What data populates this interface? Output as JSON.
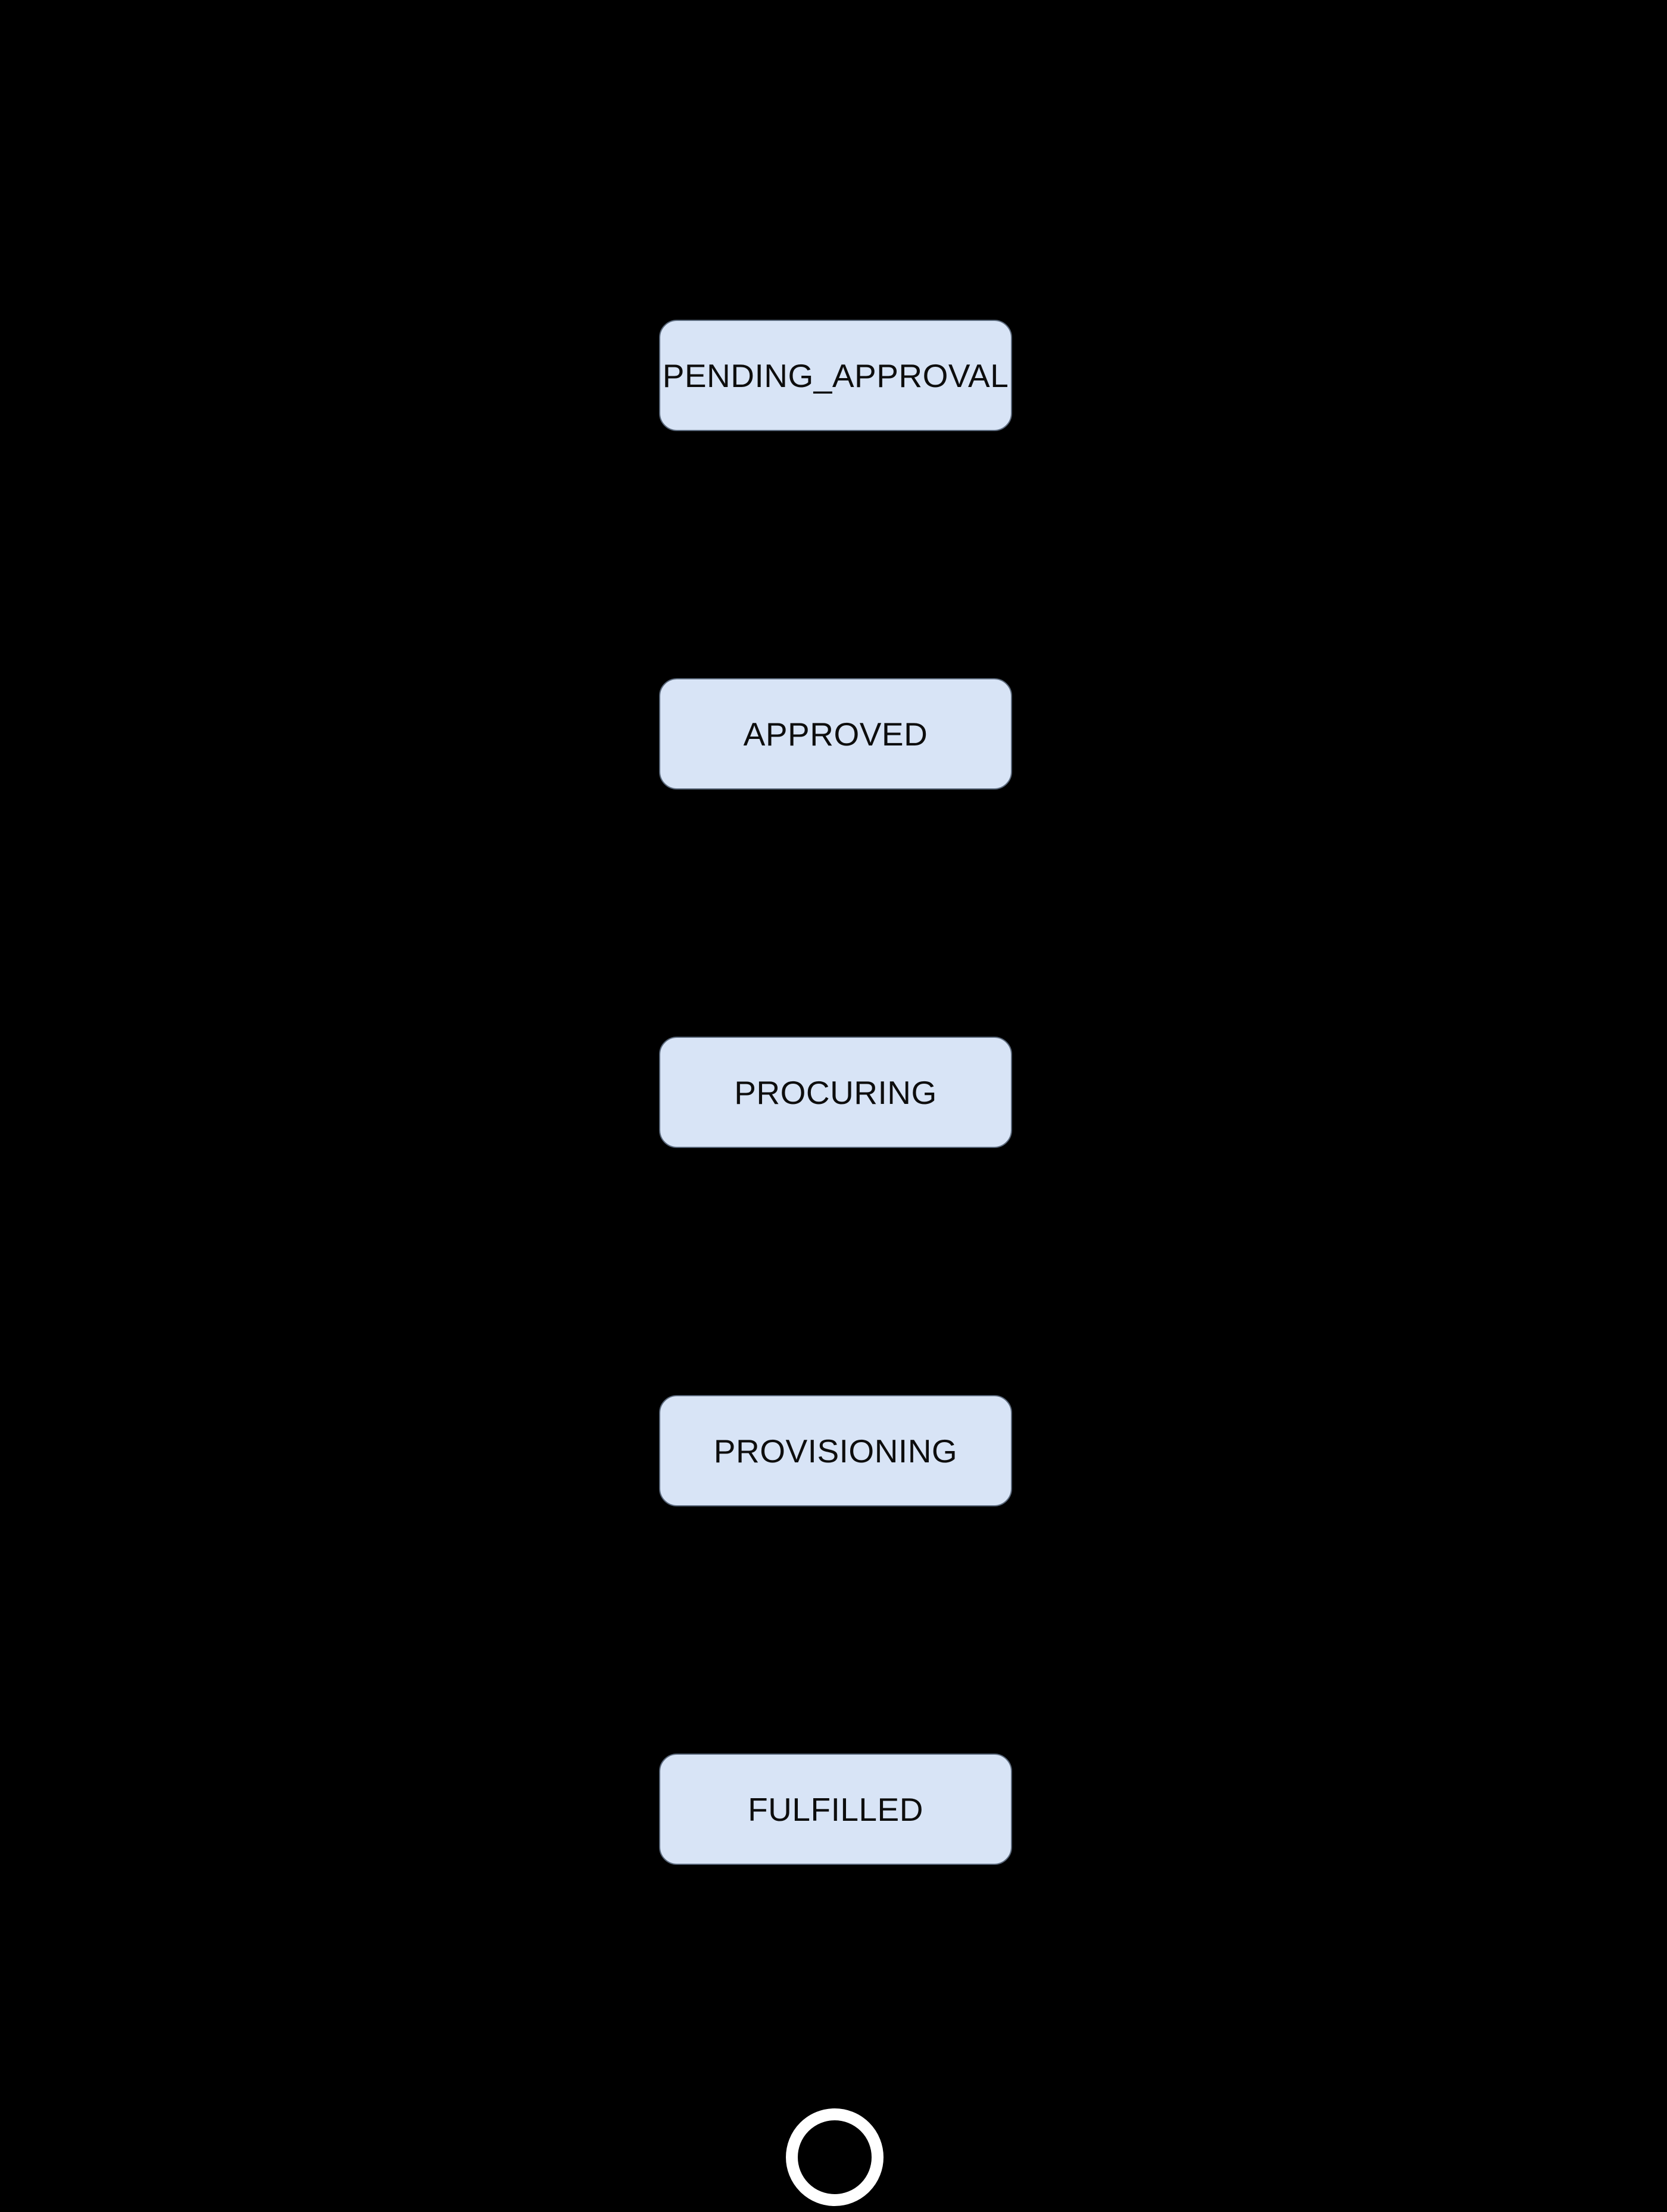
{
  "diagram": {
    "type": "state-machine-flow",
    "direction": "top-down",
    "states": [
      {
        "label": "PENDING_APPROVAL"
      },
      {
        "label": "APPROVED"
      },
      {
        "label": "PROCURING"
      },
      {
        "label": "PROVISIONING"
      },
      {
        "label": "FULFILLED"
      }
    ],
    "end_marker": "final-state-circle",
    "colors": {
      "background": "#000000",
      "node_fill": "#d8e4f6",
      "node_border": "#5c6a7d",
      "node_text": "#0d0d0d",
      "final_ring": "#ffffff"
    }
  }
}
